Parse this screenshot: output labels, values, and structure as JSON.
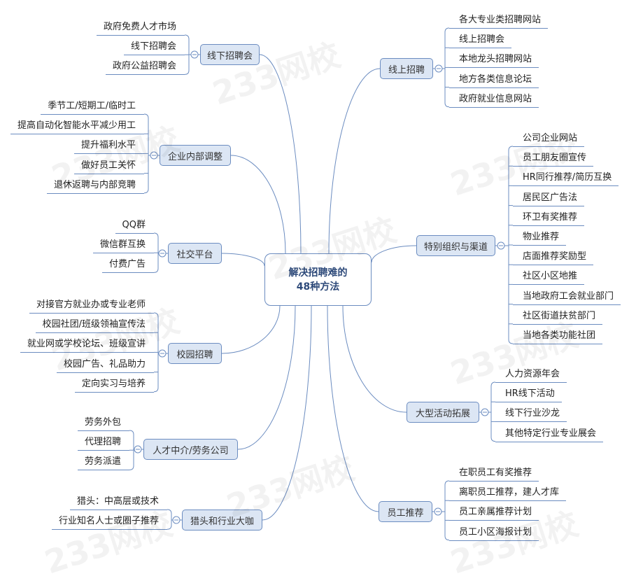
{
  "title": {
    "line1": "解决招聘难的",
    "line2": "48种方法"
  },
  "watermark": "233网校",
  "colors": {
    "line": "#6b8cc0",
    "node_fill": "#dce6f4",
    "title": "#2e4a7a"
  },
  "branches": [
    {
      "label": "线下招聘会",
      "side": "left",
      "leaves": [
        "政府免费人才市场",
        "线下招聘会",
        "政府公益招聘会"
      ]
    },
    {
      "label": "企业内部调整",
      "side": "left",
      "leaves": [
        "季节工/短期工/临时工",
        "提高自动化智能水平减少用工",
        "提升福利水平",
        "做好员工关怀",
        "退休返聘与内部竞聘"
      ]
    },
    {
      "label": "社交平台",
      "side": "left",
      "leaves": [
        "QQ群",
        "微信群互换",
        "付费广告"
      ]
    },
    {
      "label": "校园招聘",
      "side": "left",
      "leaves": [
        "对接官方就业办或专业老师",
        "校园社团/班级领袖宣传法",
        "就业网或学校论坛、班级宣讲",
        "校园广告、礼品助力",
        "定向实习与培养"
      ]
    },
    {
      "label": "人才中介/劳务公司",
      "side": "left",
      "leaves": [
        "劳务外包",
        "代理招聘",
        "劳务派遣"
      ]
    },
    {
      "label": "猎头和行业大咖",
      "side": "left",
      "leaves": [
        "猎头：中高层或技术",
        "行业知名人士或圈子推荐"
      ]
    },
    {
      "label": "线上招聘",
      "side": "right",
      "leaves": [
        "各大专业类招聘网站",
        "线上招聘会",
        "本地龙头招聘网站",
        "地方各类信息论坛",
        "政府就业信息网站"
      ]
    },
    {
      "label": "特别组织与渠道",
      "side": "right",
      "leaves": [
        "公司企业网站",
        "员工朋友圈宣传",
        "HR同行推荐/简历互换",
        "居民区广告法",
        "环卫有奖推荐",
        "物业推荐",
        "店面推荐奖励型",
        "社区小区地推",
        "当地政府工会就业部门",
        "社区街道扶贫部门",
        "当地各类功能社团"
      ]
    },
    {
      "label": "大型活动拓展",
      "side": "right",
      "leaves": [
        "人力资源年会",
        "HR线下活动",
        "线下行业沙龙",
        "其他特定行业专业展会"
      ]
    },
    {
      "label": "员工推荐",
      "side": "right",
      "leaves": [
        "在职员工有奖推荐",
        "离职员工推荐，建人才库",
        "员工亲属推荐计划",
        "员工小区海报计划"
      ]
    }
  ]
}
